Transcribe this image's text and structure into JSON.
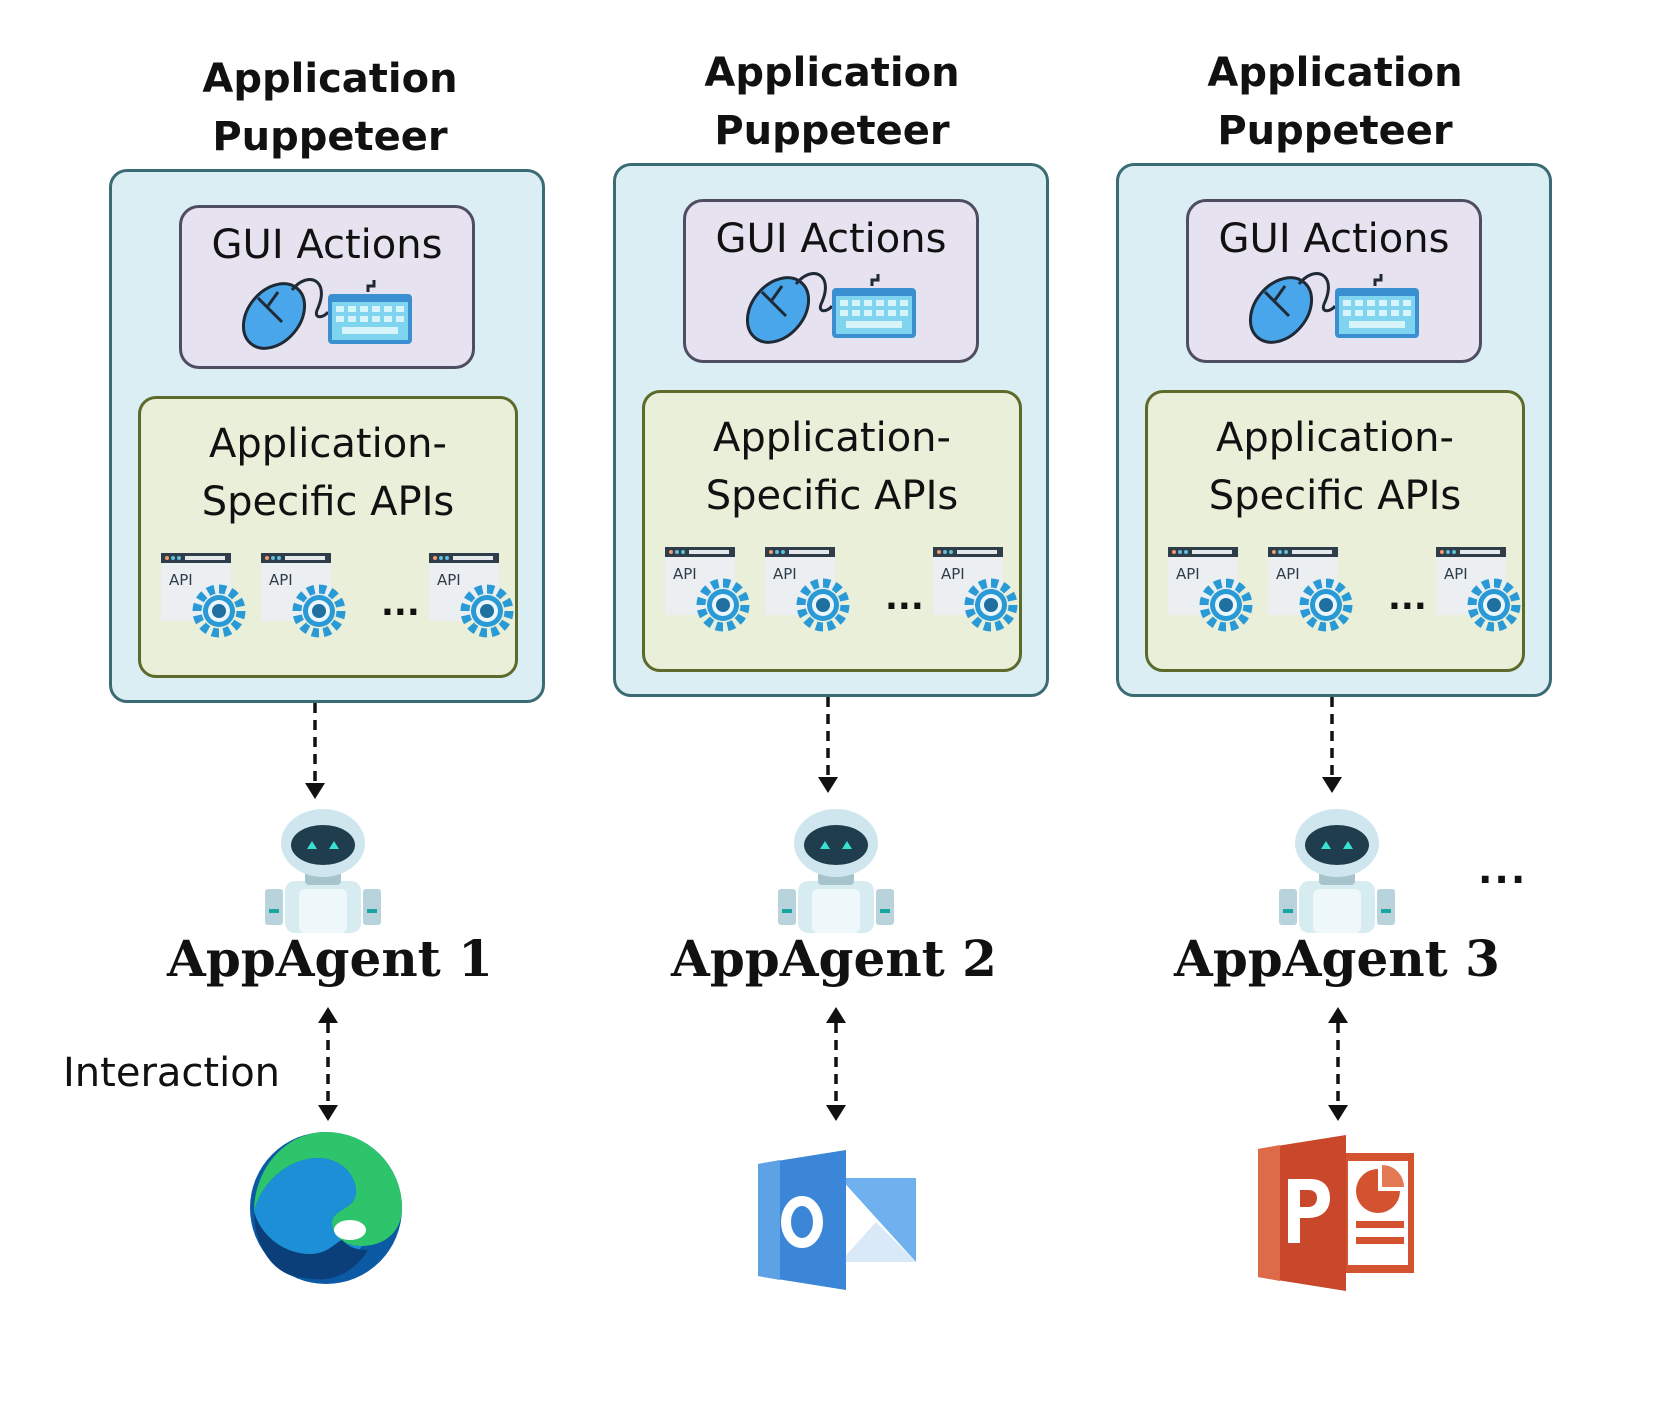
{
  "columns": [
    {
      "puppeteer_title_line1": "Application",
      "puppeteer_title_line2": "Puppeteer",
      "gui_label": "GUI Actions",
      "api_label_line1": "Application-",
      "api_label_line2": "Specific APIs",
      "api_tag": "API",
      "api_ellipsis": "...",
      "agent_label": "AppAgent 1",
      "app_icon": "edge-browser-icon"
    },
    {
      "puppeteer_title_line1": "Application",
      "puppeteer_title_line2": "Puppeteer",
      "gui_label": "GUI Actions",
      "api_label_line1": "Application-",
      "api_label_line2": "Specific APIs",
      "api_tag": "API",
      "api_ellipsis": "...",
      "agent_label": "AppAgent 2",
      "app_icon": "outlook-icon"
    },
    {
      "puppeteer_title_line1": "Application",
      "puppeteer_title_line2": "Puppeteer",
      "gui_label": "GUI Actions",
      "api_label_line1": "Application-",
      "api_label_line2": "Specific APIs",
      "api_tag": "API",
      "api_ellipsis": "...",
      "agent_label": "AppAgent 3",
      "app_icon": "powerpoint-icon"
    }
  ],
  "interaction_label": "Interaction",
  "more_agents": "...",
  "colors": {
    "outer_fill": "#dbeef3",
    "outer_stroke": "#3b6b73",
    "gui_fill": "#e6e2f0",
    "gui_stroke": "#4f4d62",
    "api_fill": "#e9efd9",
    "api_stroke": "#5c6a2b",
    "gear": "#2a9ad6",
    "mouse": "#4aa6ea"
  }
}
